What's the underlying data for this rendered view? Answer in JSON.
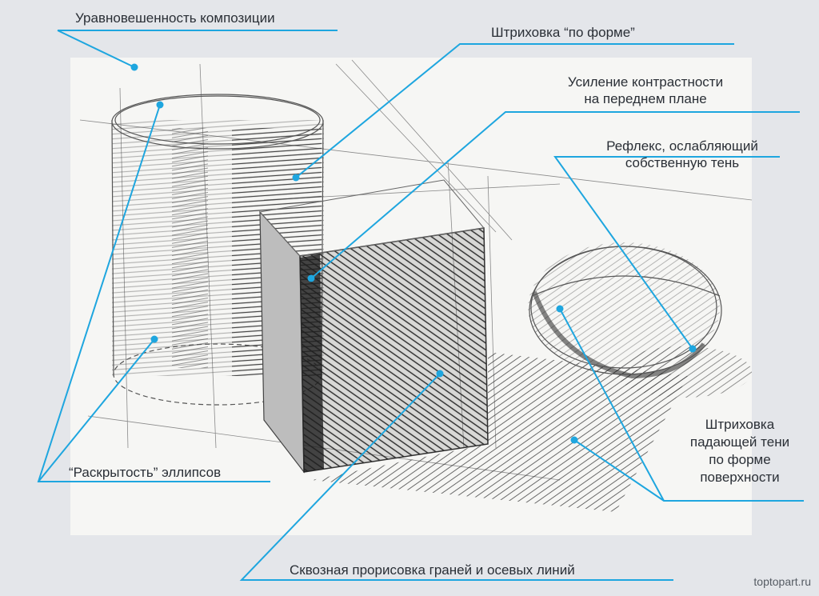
{
  "annotations": {
    "balance": "Уравновешенность композиции",
    "hatch_form": "Штриховка “по форме”",
    "contrast_line1": "Усиление контрастности",
    "contrast_line2": "на переднем плане",
    "reflex_line1": "Рефлекс, ослабляющий",
    "reflex_line2": "собственную тень",
    "cast_line1": "Штриховка",
    "cast_line2": "падающей тени",
    "cast_line3": "по форме",
    "cast_line4": "поверхности",
    "ellipses": "“Раскрытость” эллипсов",
    "through": "Сквозная прорисовка граней и осевых линий"
  },
  "watermark": "toptopart.ru",
  "colors": {
    "leader": "#1ea6df",
    "paper": "#f6f6f4",
    "background": "#e4e6ea",
    "text": "#2a2f36"
  }
}
